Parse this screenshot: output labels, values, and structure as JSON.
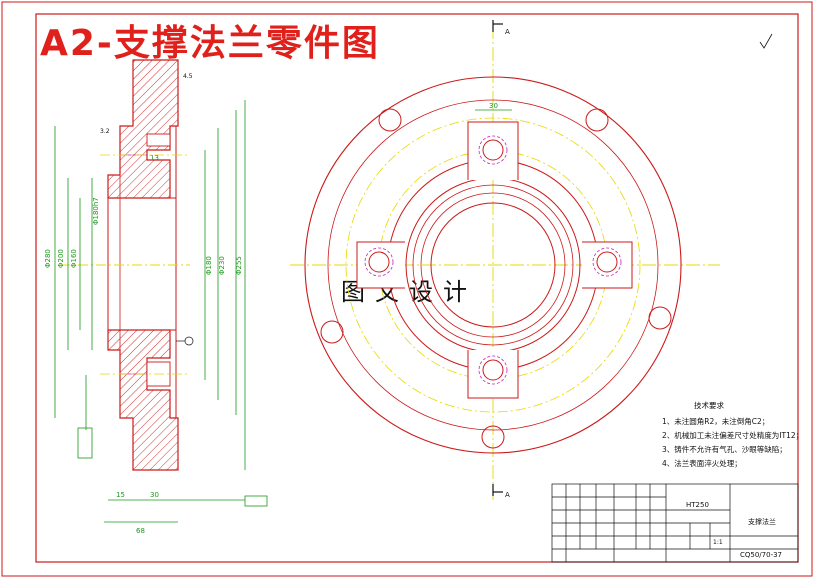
{
  "header": {
    "title": "A2-支撑法兰零件图"
  },
  "watermark": {
    "text": "图文设计"
  },
  "section_marks": {
    "top": "A",
    "bottom": "A"
  },
  "tech_requirements": {
    "heading": "技术要求",
    "items": [
      "1、未注圆角R2，未注倒角C2；",
      "2、机械加工未注偏差尺寸处精度为IT12；",
      "3、铸件不允许有气孔、沙眼等缺陷；",
      "4、法兰表面淬火处理；"
    ]
  },
  "title_block": {
    "material": "HT250",
    "part_name": "支撑法兰",
    "drawing_no": "CQ50/70-37",
    "scale": "1:1"
  },
  "colors": {
    "frame": "#cc1a1a",
    "outline": "#cc1a1a",
    "centerline": "#e8d800",
    "dimension": "#1a9a1a",
    "hatch": "#cc1a1a",
    "thread": "#c020c0"
  }
}
